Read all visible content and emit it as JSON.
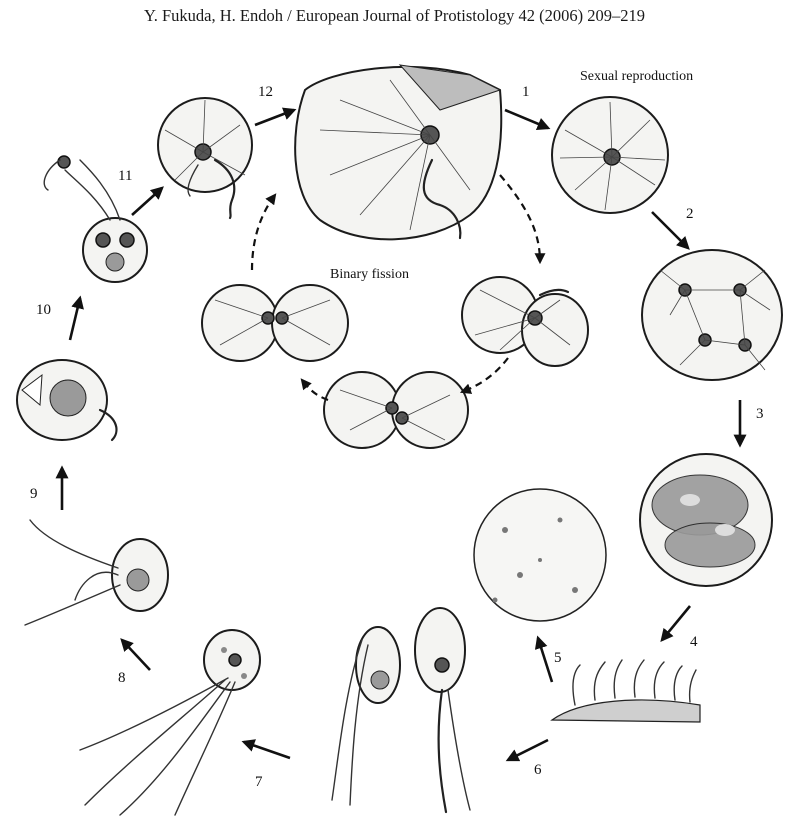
{
  "header": {
    "citation": "Y. Fukuda, H. Endoh / European Journal of Protistology 42 (2006) 209–219"
  },
  "labels": {
    "sexual": "Sexual reproduction",
    "binary": "Binary fission"
  },
  "steps": [
    "1",
    "2",
    "3",
    "4",
    "5",
    "6",
    "7",
    "8",
    "9",
    "10",
    "11",
    "12"
  ],
  "colors": {
    "ink": "#1c1c1c",
    "cell_fill": "#f4f4f2",
    "background": "#ffffff"
  }
}
